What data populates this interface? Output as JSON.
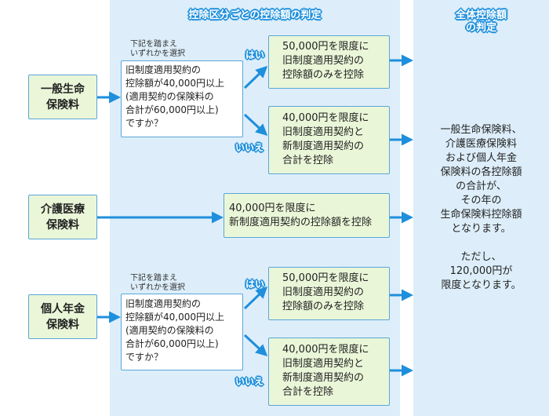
{
  "headers": {
    "per_category": "控除区分ごとの控除額の判定",
    "overall": "全体控除額\nの判定"
  },
  "categories": {
    "general": "一般生命\n保険料",
    "care": "介護医療\n保険料",
    "pension": "個人年金\n保険料"
  },
  "note": "下記を踏まえ\nいずれかを選択",
  "question": "旧制度適用契約の\n控除額が40,000円以上\n(適用契約の保険料の\n合計が60,000円以上)\nですか？",
  "yes": "はい",
  "no": "いいえ",
  "result_yes": "50,000円を限度に\n旧制度適用契約の\n控除額のみを控除",
  "result_no": "40,000円を限度に\n旧制度適用契約と\n新制度適用契約の\n合計を控除",
  "result_care": "40,000円を限度に\n新制度適用契約の控除額を控除",
  "overall_text": "一般生命保険料、\n介護医療保険料\nおよび個人年金\n保険料の各控除額\nの合計が、\nその年の\n生命保険料控除額\nとなります。\n\nただし、\n120,000円が\n限度となります。",
  "colors": {
    "panel": "#ddeefa",
    "header": "#1e8fdc",
    "arrow": "#1e8fdc",
    "green": "#eaf6d8",
    "border": "#5aa6d8"
  }
}
